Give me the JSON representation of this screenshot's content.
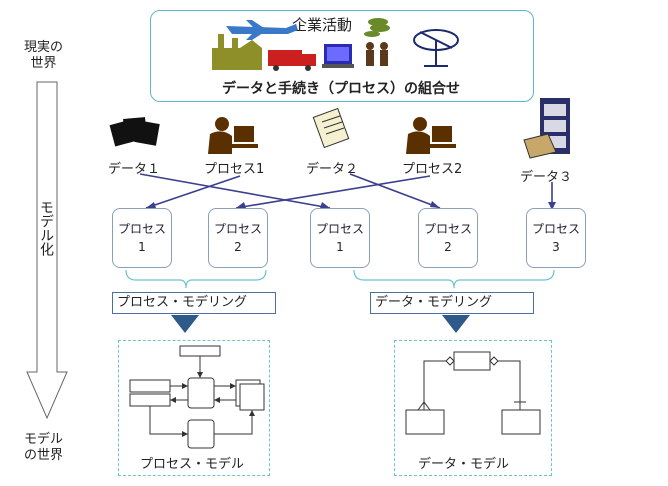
{
  "side": {
    "real_world": "現実の\n世界",
    "modeling": "モデル化",
    "model_world": "モデル\nの世界"
  },
  "top": {
    "corporate_activity": "企業活動",
    "data_and_procedures": "データと手続き（プロセス）の組合せ"
  },
  "sources": [
    {
      "label": "データ１",
      "icon": "floppy-disks-icon"
    },
    {
      "label": "プロセス1",
      "icon": "worker-at-computer-icon"
    },
    {
      "label": "データ２",
      "icon": "clipboard-document-icon"
    },
    {
      "label": "プロセス2",
      "icon": "worker-at-computer-icon"
    },
    {
      "label": "データ３",
      "icon": "filing-cabinet-icon"
    }
  ],
  "process_boxes": [
    {
      "line1": "プロセス",
      "line2": "1"
    },
    {
      "line1": "プロセス",
      "line2": "2"
    },
    {
      "line1": "プロセス",
      "line2": "1"
    },
    {
      "line1": "プロセス",
      "line2": "2"
    },
    {
      "line1": "プロセス",
      "line2": "3"
    }
  ],
  "modeling": {
    "process_modeling": "プロセス・モデリング",
    "data_modeling": "データ・モデリング"
  },
  "models": {
    "process_model": "プロセス・モデル",
    "data_model": "データ・モデル"
  },
  "colors": {
    "accent_teal": "#5fb8c6",
    "arrow_blue": "#2e5a8a",
    "line_navy": "#3a3f8f"
  }
}
